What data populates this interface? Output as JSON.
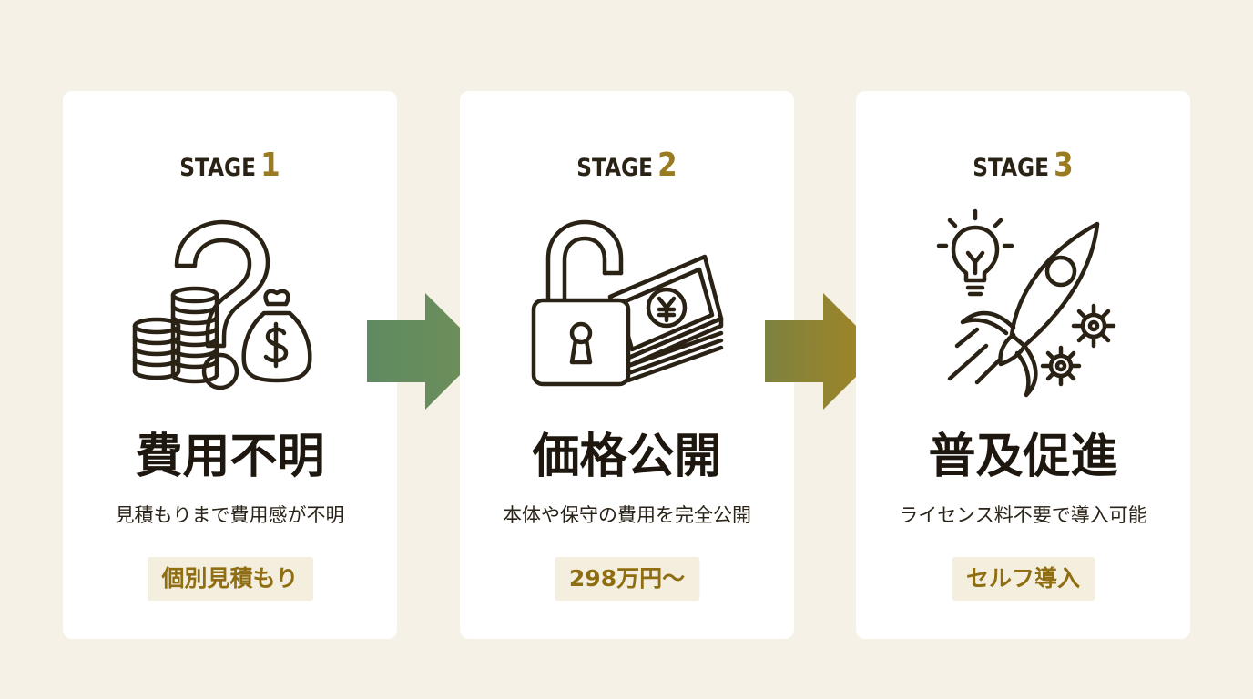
{
  "colors": {
    "background": "#f6f1e7",
    "card": "#ffffff",
    "accent": "#9a7b22",
    "badge_bg": "#f4eedf",
    "arrow_green": "#5f8a62",
    "arrow_gold": "#9a7b22",
    "ink": "#2b2216"
  },
  "stages": [
    {
      "stage_label": "STAGE",
      "stage_number": "1",
      "icon": "question-coins-moneybag-icon",
      "title": "費用不明",
      "description": "見積もりまで費用感が不明",
      "badge": "個別見積もり"
    },
    {
      "stage_label": "STAGE",
      "stage_number": "2",
      "icon": "open-lock-yen-banknotes-icon",
      "title": "価格公開",
      "description": "本体や保守の費用を完全公開",
      "badge": "298万円〜"
    },
    {
      "stage_label": "STAGE",
      "stage_number": "3",
      "icon": "rocket-lightbulb-gears-icon",
      "title": "普及促進",
      "description": "ライセンス料不要で導入可能",
      "badge": "セルフ導入"
    }
  ],
  "arrows": [
    {
      "icon": "arrow-right-icon"
    },
    {
      "icon": "arrow-right-icon"
    }
  ]
}
